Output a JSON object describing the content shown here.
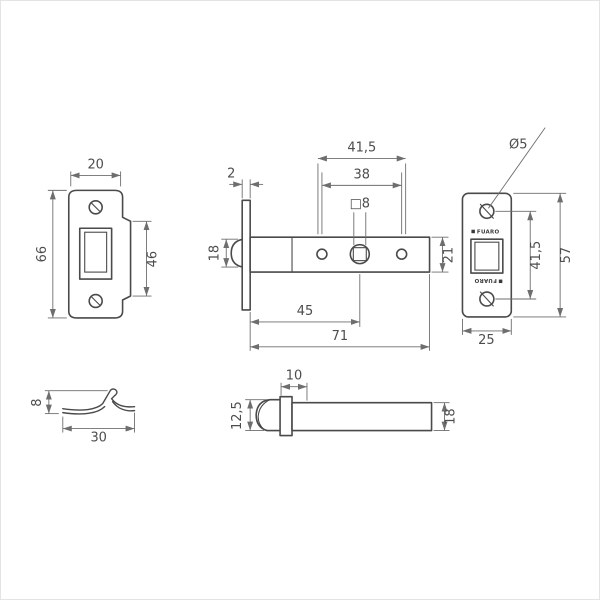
{
  "canvas": {
    "background": "#ffffff",
    "border_color": "#e4e4e4"
  },
  "drawing": {
    "brand": "FUARO",
    "line_color": "#4a4a4a",
    "dimension_color": "#6e6e6e",
    "views": {
      "strike_plate_front": {
        "width": "20",
        "height": "66",
        "lip_height": "46"
      },
      "latch_body_side": {
        "faceplate_thickness": "2",
        "span_outer": "41,5",
        "span_inner": "38",
        "spindle_hole": "□8",
        "bolt_height": "18",
        "case_height": "21",
        "backset": "45",
        "overall_length": "71"
      },
      "faceplate_front": {
        "screw_hole_diameter": "Ø5",
        "hole_spacing": "41,5",
        "height": "57",
        "width": "25"
      },
      "strike_plate_profile": {
        "thickness": "8",
        "width": "30"
      },
      "bolt_profile": {
        "tip_length": "10",
        "tip_height": "12,5",
        "case_height": "18"
      }
    }
  }
}
